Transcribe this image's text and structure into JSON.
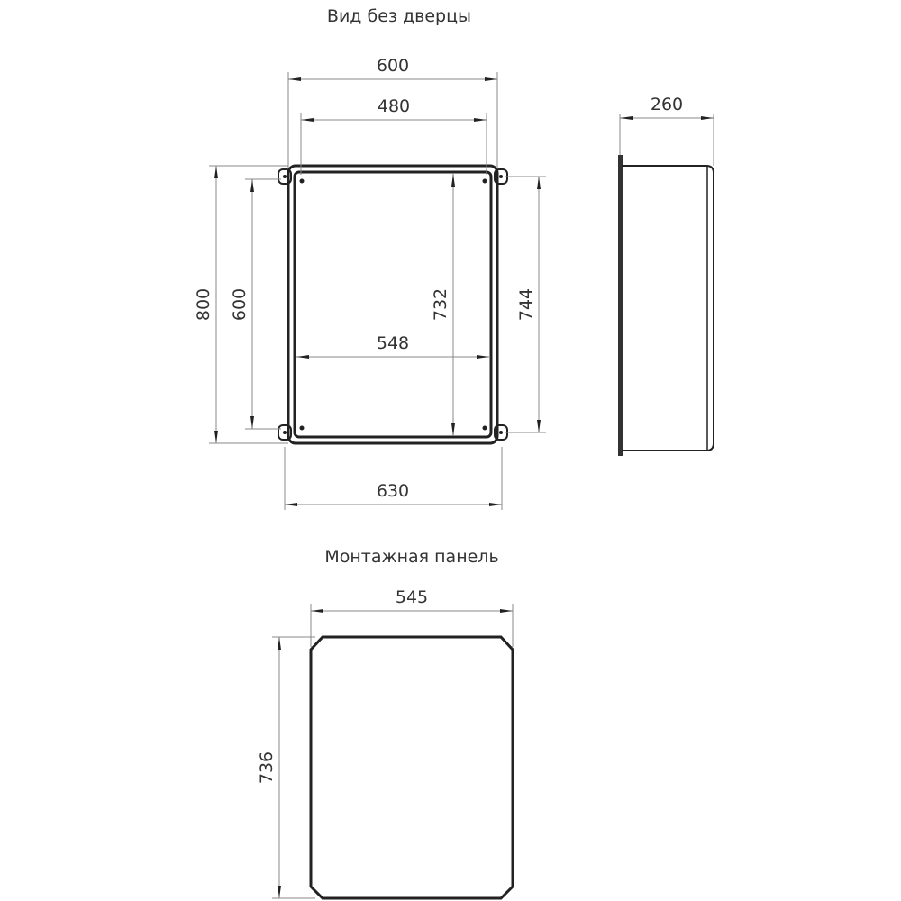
{
  "titles": {
    "front": "Вид без дверцы",
    "panel": "Монтажная панель"
  },
  "dims": {
    "w600": "600",
    "w480": "480",
    "h800": "800",
    "h600": "600",
    "h732": "732",
    "w548": "548",
    "h744": "744",
    "w630": "630",
    "d260": "260",
    "pw545": "545",
    "ph736": "736"
  }
}
